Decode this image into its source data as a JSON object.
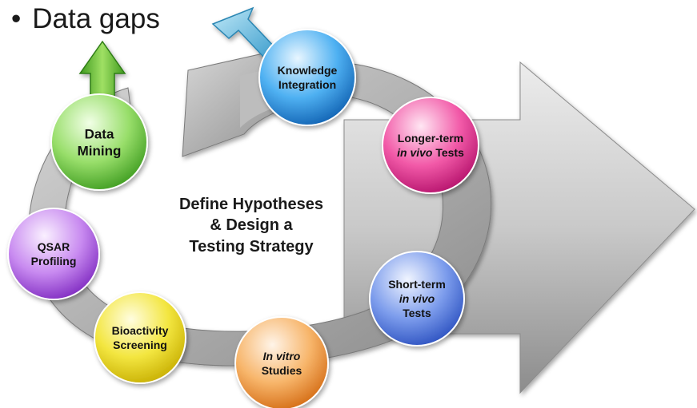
{
  "bullet": {
    "marker": "•",
    "text": "Data gaps"
  },
  "center_text": {
    "line1": "Define Hypotheses",
    "line2": "& Design a",
    "line3": "Testing Strategy"
  },
  "nodes": [
    {
      "id": "knowledge-integration",
      "lines": [
        "Knowledge",
        "Integration"
      ],
      "italic": [
        false,
        false
      ],
      "color": "#1e88e5"
    },
    {
      "id": "longer-term-in-vivo-tests",
      "lines": [
        "Longer-term",
        "in vivo Tests"
      ],
      "italic": [
        false,
        "partial"
      ],
      "color": "#e91e8c"
    },
    {
      "id": "short-term-in-vivo-tests",
      "lines": [
        "Short-term",
        "in vivo",
        "Tests"
      ],
      "italic": [
        false,
        true,
        false
      ],
      "color": "#3f6fd8"
    },
    {
      "id": "in-vitro-studies",
      "lines": [
        "In vitro",
        "Studies"
      ],
      "italic": [
        true,
        false
      ],
      "color": "#f08a2c"
    },
    {
      "id": "bioactivity-screening",
      "lines": [
        "Bioactivity",
        "Screening"
      ],
      "italic": [
        false,
        false
      ],
      "color": "#e8d400"
    },
    {
      "id": "qsar-profiling",
      "lines": [
        "QSAR",
        "Profiling"
      ],
      "italic": [
        false,
        false
      ],
      "color": "#a64ee0"
    },
    {
      "id": "data-mining",
      "lines": [
        "Data",
        "Mining"
      ],
      "italic": [
        false,
        false
      ],
      "color": "#5cbf35"
    }
  ],
  "colors": {
    "cycle_arrow": "#9a9a9a",
    "big_arrow": "#a8a8a8",
    "up_arrow_green": "#5cb82e",
    "up_arrow_blue": "#5fb7df"
  }
}
